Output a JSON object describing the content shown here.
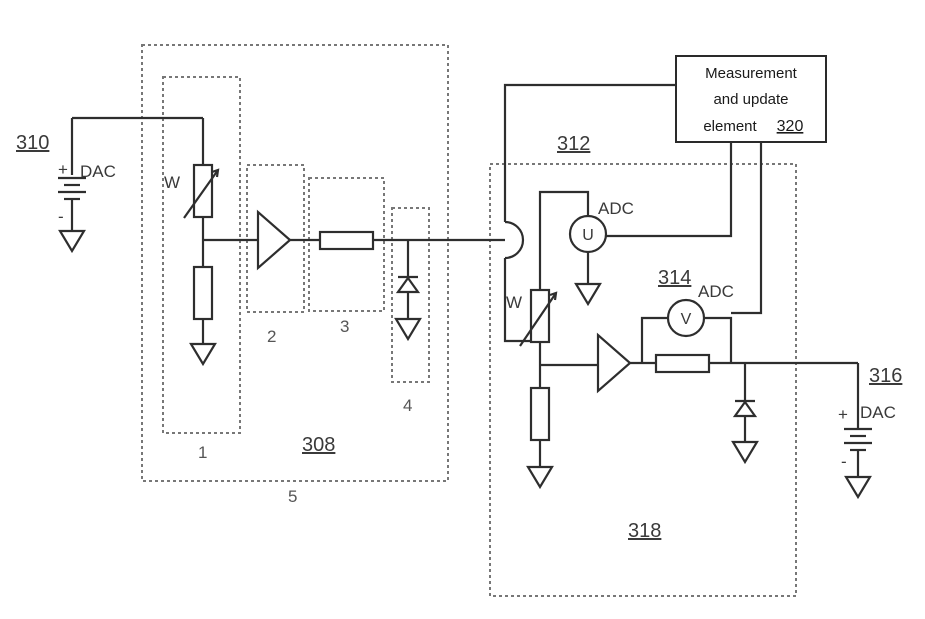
{
  "labels": {
    "ref_310": "310",
    "ref_312": "312",
    "ref_314": "314",
    "ref_316": "316",
    "ref_308": "308",
    "ref_318": "318",
    "ref_320": "320",
    "dac_left": "DAC",
    "dac_right": "DAC",
    "adc_u": "ADC",
    "adc_v": "ADC",
    "w_left": "W",
    "w_right": "W",
    "u_meter": "U",
    "v_meter": "V",
    "plus_left": "+",
    "minus_left": "-",
    "plus_right": "+",
    "minus_right": "-",
    "block_1": "1",
    "block_2": "2",
    "block_3": "3",
    "block_4": "4",
    "block_5": "5"
  },
  "measurement_box": {
    "line1": "Measurement",
    "line2": "and update",
    "line3": "element"
  }
}
